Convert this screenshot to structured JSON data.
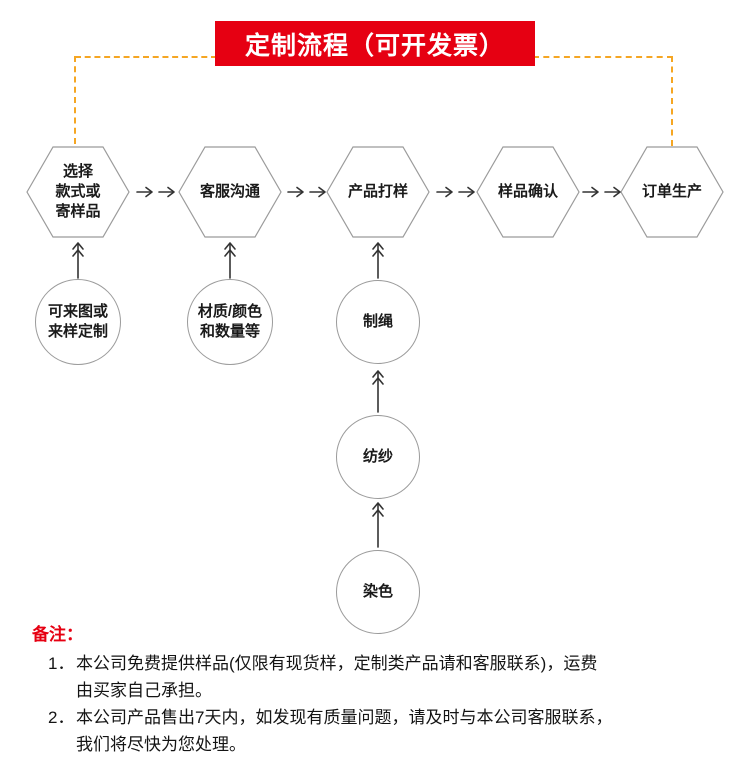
{
  "banner": {
    "title": "定制流程（可开发票）",
    "bg_color": "#e60012",
    "text_color": "#ffffff"
  },
  "flow": {
    "hexagons": [
      {
        "label": "选择\n款式或\n寄样品"
      },
      {
        "label": "客服沟通"
      },
      {
        "label": "产品打样"
      },
      {
        "label": "样品确认"
      },
      {
        "label": "订单生产"
      }
    ],
    "circles": [
      {
        "label": "可来图或\n来样定制"
      },
      {
        "label": "材质/颜色\n和数量等"
      },
      {
        "label": "制绳"
      },
      {
        "label": "纺纱"
      },
      {
        "label": "染色"
      }
    ]
  },
  "notes": {
    "title": "备注：",
    "items": [
      {
        "num": "1．",
        "lines": [
          "本公司免费提供样品(仅限有现货样，定制类产品请和客服联系)，运费",
          "由买家自己承担。"
        ]
      },
      {
        "num": "2．",
        "lines": [
          "本公司产品售出7天内，如发现有质量问题，请及时与本公司客服联系，",
          "我们将尽快为您处理。"
        ]
      }
    ]
  },
  "colors": {
    "accent_red": "#e60012",
    "dash_orange": "#f5a623",
    "shape_border": "#9b9b9b",
    "arrow": "#333333"
  }
}
